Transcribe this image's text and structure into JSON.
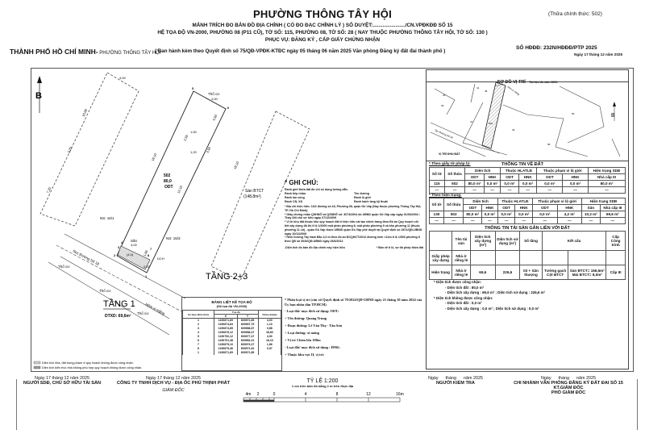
{
  "header": {
    "title": "PHƯỜNG THÔNG TÂY HỘI",
    "corner_note": "(Thửa chính thức: 502)",
    "line1": "MẢNH TRÍCH ĐO BẢN ĐỒ ĐỊA CHÍNH ( CÓ ĐO ĐẠC CHỈNH LÝ ) SỐ DUYỆT:......................./CN.VPĐKĐĐ SỐ 15",
    "line2": "HỆ TỌA ĐỘ VN-2000, PHƯỜNG 08 (P11 CŨ), TỜ SỐ: 115, PHƯỜNG 08, TỜ SỐ: 28 ( NAY THUỘC PHƯỜNG THÔNG TÂY HỘI, TỜ SỐ: 130 )",
    "line3": "PHỤC VỤ: ĐĂNG KÝ , CẤP GIẤY CHỨNG NHẬN",
    "city": "THÀNH PHỐ HỒ CHÍ MINH-",
    "ward": " PHƯỜNG THÔNG TÂY HỘI",
    "decree": "( Ban hành kèm theo Quyết định số 75/QĐ-VPĐK-KTĐC ngày 05 tháng 06 năm 2025 Văn phòng Đăng ký đất đai thành phố )",
    "contract_no": "SỐ HĐĐĐ: 232N/HĐĐĐ/PTP 2025",
    "contract_date": "Ngày 17 tháng 12 năm 2025"
  },
  "plan": {
    "north": "B",
    "floor1_label": "TẦNG 1",
    "floor1_area": "DTXD: 69,6m²",
    "floor23_label": "TẦNG 2+3",
    "parcel_no": "502",
    "parcel_area": "80,0",
    "parcel_use": "ODT",
    "floor23_area_label": "Sàn BTCT",
    "floor23_area": "(148,8m²)",
    "neighbors": [
      "NS: 16/1",
      "NS: 16/3",
      "Thổ cư",
      "Thổ cư",
      "Thổ cư",
      "Thổ cư"
    ],
    "road": "Sẹc Đường Số 18",
    "alley": "Hẻm xi măng",
    "balcony": "Sân",
    "dims": [
      "4,00",
      "18,10",
      "12,10",
      "4,00",
      "4,00",
      "10,00",
      "7,20",
      "2,20",
      "18,10",
      "1,50",
      "2,50",
      "1,20",
      "3,50",
      "4,50",
      "0,97",
      "1,66",
      "(4,0)",
      "DCH"
    ],
    "point_ids": [
      "1",
      "2",
      "3",
      "4",
      "5",
      "6",
      "7",
      "8"
    ],
    "legend": [
      "Diện tích nhà, đất trong phạm vi quy hoạch không được công nhận.",
      "Diện tích kiến trúc nhà không phù hợp quy hoạch không được công nhận."
    ]
  },
  "notes": {
    "title": "* GHI CHÚ:",
    "legend_items": [
      "Ranh giới thửa đất đo chỉ số dụng tường dẫn.",
      "Ranh tiếp nhận.",
      "Tim đường",
      "Ranh lan công",
      "Ranh lộ giới",
      "Ranh CN, XD",
      "Ranh hành lang kỹ thuật"
    ],
    "paragraphs": [
      "* Địa chỉ hiện hữu: 16/2 đường số 18, Phường 08, quận Gò Vấp (Nay thuộc phường Thông Tây Hội, TP. Hồ Chí Minh).",
      "* Giấy chứng nhận QSHNỞ và QSDĐỞ số: 3074/2004 do UBND quận Gò Vấp cấp ngày 01/06/2004 ; Thay đổi chủ sở hữu ngày 07/12/2009",
      "* Vị trí khu đất thuộc khu quy hoạch đất ở hiện hữu cải tạo chỉnh trang theo Đồ án Quy hoạch chi tiết xây dựng đô thị tỉ lệ 1/2000 một phần phường 8, một phần phường 9 và khu phường 11 (thuộc phường 11 cũ) - quận Gò Vấp được UBND quận Gò Vấp phê duyệt tại Quyết định số 2871/QĐ-UBND ngày 10/11/2009",
      "* Hẻm hướng Tây Nam Bắc 4,0 m theo đồ án ĐCQHCT/2012 đường hẻm <12m tỉ lệ 1/500 phường 8 theo QĐ số 3026/QĐ-UBND ngày 26/6/2012"
    ],
    "footer_left": "-Diện tích đo bản đồ địa chính này hiện hữu",
    "footer_right": "* Bản vẽ tỉ lệ, sơ đồ phép thửa đất"
  },
  "coord_table": {
    "title": "BẢNG LIỆT KÊ TỌA ĐỘ",
    "subtitle": "(Hệ tọa độ VN-2000)",
    "headers": [
      "Số hiệu điểm thửa",
      "Tọa độ",
      "X",
      "Y",
      "Chiều dài(m)"
    ],
    "rows": [
      [
        "1",
        "1190671,69",
        "600971,89",
        "4,00"
      ],
      [
        "2",
        "1190674,84",
        "600967,79",
        "1,10"
      ],
      [
        "3",
        "1190674,85",
        "600966,67",
        "0,88"
      ],
      [
        "4",
        "1190676,12",
        "600966,47",
        "18,60"
      ],
      [
        "5",
        "1190700,12",
        "600977,47",
        "4,00"
      ],
      [
        "6",
        "1190701,38",
        "600981,01",
        "18,10"
      ],
      [
        "7",
        "1190679,10",
        "600973,27",
        "1,66"
      ],
      [
        "8",
        "1190675,46",
        "600971,81",
        "0,97"
      ],
      [
        "1",
        "1190671,69",
        "600971,89",
        ""
      ]
    ]
  },
  "classification": {
    "lines": [
      "* Phân loại vị trí (căn cứ Quyết định số 79/2024/QĐ-UBND ngày 21 tháng 10 năm 2024 của Ủy ban nhân dân TP.HCM)",
      "- Loại đất/ mục đích sử dụng: ODT:",
      "+ Tên đường: Quang Trung",
      "+ Đoạn đường: Lê Văn Thọ - Tân Sơn",
      "+ Loại đường: xi măng",
      "+ Vị trí 3 hẻm lớn 100m",
      "- Loại đất/ mục đích sử dụng : HNK:",
      "+ Thuộc khu vực II, vị trí:"
    ]
  },
  "location_map": {
    "title": "SƠ ĐỒ VỊ TRÍ",
    "subtitle": "Tài liệu đo năm 2001",
    "north": "B",
    "label": "VỊ TRÍ KHU ĐẤT",
    "road": "Sẹc Đường Số 18",
    "alley": "Hẻm xi măng",
    "parcels": [
      "40",
      "41",
      "46",
      "47",
      "48",
      "502",
      "49",
      "50",
      "58"
    ]
  },
  "land_info": {
    "title": "THÔNG TIN VỀ ĐẤT",
    "legal_label": "* Theo giấy tờ pháp lý:",
    "current_label": "* Theo hiện trạng:",
    "headers": [
      "Số tờ",
      "Số thửa",
      "Diện tích",
      "Thuộc HLATLĐ",
      "Thuộc phạm vi lộ giới",
      "Hiện trạng SDĐ"
    ],
    "sub": [
      "ODT",
      "HNK",
      "ODT",
      "HNK",
      "ODT",
      "HNK"
    ],
    "legal_status": "Nhà cấp III",
    "legal_row": [
      "115",
      "502",
      "80,0 m²",
      "0,0 m²",
      "0,0 m²",
      "0,0 m²",
      "0,0 m²",
      "0,0 m²",
      "80,0 m²"
    ],
    "current_status": [
      "Sân",
      "Nhà cấp III"
    ],
    "current_row": [
      "130",
      "502",
      "80,0 m²",
      "0,0 m²",
      "0,0 m²",
      "0,0 m²",
      "0,0 m²",
      "4,2 m²",
      "10,2 m²",
      "69,6 m²"
    ],
    "dash": "—"
  },
  "asset_info": {
    "title": "THÔNG TIN TÀI SẢN GẮN LIỀN VỚI ĐẤT",
    "headers": [
      "",
      "Tên tài sản",
      "Diện tích xây dựng (m²)",
      "Diện tích sử dụng (m²)",
      "Số tầng",
      "Kết cấu",
      "Cấp Công trình"
    ],
    "permit_row": [
      "Giấy phép xây dựng",
      "Nhà ở riêng lẻ"
    ],
    "current_row": [
      "Hiện trạng",
      "Nhà ở riêng lẻ",
      "69,6",
      "226,6",
      "03 + Sân thượng",
      "Tường gạch Cột BTCT",
      "Sàn BTCT= 156,6m² Mái BTCT= 8,0m²",
      "Cấp III"
    ],
    "recognized": "* Diện tích được công nhận:",
    "rec_land": "- Diện tích đất : 80,0 m²",
    "rec_build": "- Diện tích xây dựng : 69,6 m² ; Diện tích sử dụng : 226,6 m²",
    "unrecognized": "* Diện tích không được công nhận:",
    "unrec_land": "- Diện tích đất : 0,0 m²",
    "unrec_build": "- Diện tích xây dựng : 0,0 m² ; Diện tích sử dụng : 0,0 m²"
  },
  "signatures": [
    {
      "date": "Ngày 17 tháng 12 năm 2025",
      "role": "NGƯỜI SDĐ, CHỦ SỞ HỮU TÀI SẢN",
      "title": ""
    },
    {
      "date": "Ngày 17 tháng 12 năm 2025",
      "role": "CÔNG TY TNHH DỊCH VỤ - ĐỊA ỐC PHÚ THỊNH PHÁT",
      "title": "GIÁM ĐỐC"
    },
    {
      "date": "Ngày      tháng      năm 2025",
      "role": "NGƯỜI KIỂM TRA",
      "title": ""
    },
    {
      "date": "Ngày      tháng      năm 2025",
      "role": "CHI NHÁNH VĂN PHÒNG ĐĂNG KÝ ĐẤT ĐAI SỐ 15",
      "title": "KT.GIÁM ĐỐC",
      "title2": "PHÓ GIÁM ĐỐC"
    }
  ],
  "scale": {
    "title": "TỶ LỆ 1:200",
    "subtitle": "1 cm trên bản đồ bằng 2 m trên thực địa",
    "ticks": [
      "4m",
      "2",
      "0",
      "4",
      "8",
      "12",
      "16m"
    ]
  }
}
